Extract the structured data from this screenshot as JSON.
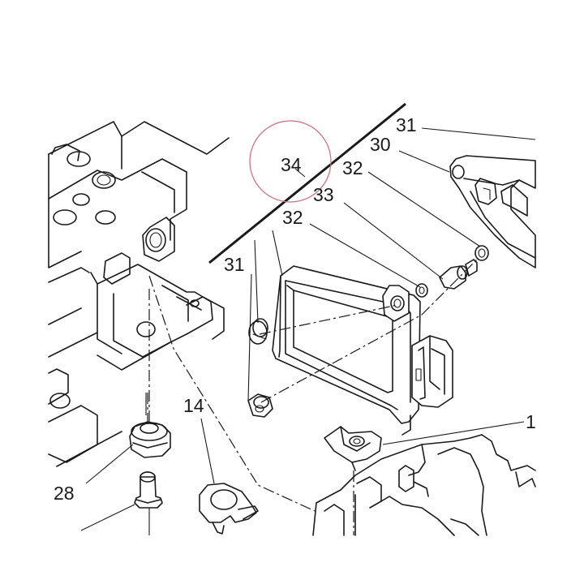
{
  "highlight_color": "#d2697a",
  "callouts": {
    "c34": "34",
    "c31_top": "31",
    "c30": "30",
    "c32_top": "32",
    "c33": "33",
    "c32_mid": "32",
    "c31_left": "31",
    "c1": "1",
    "c14": "14",
    "c28": "28"
  }
}
